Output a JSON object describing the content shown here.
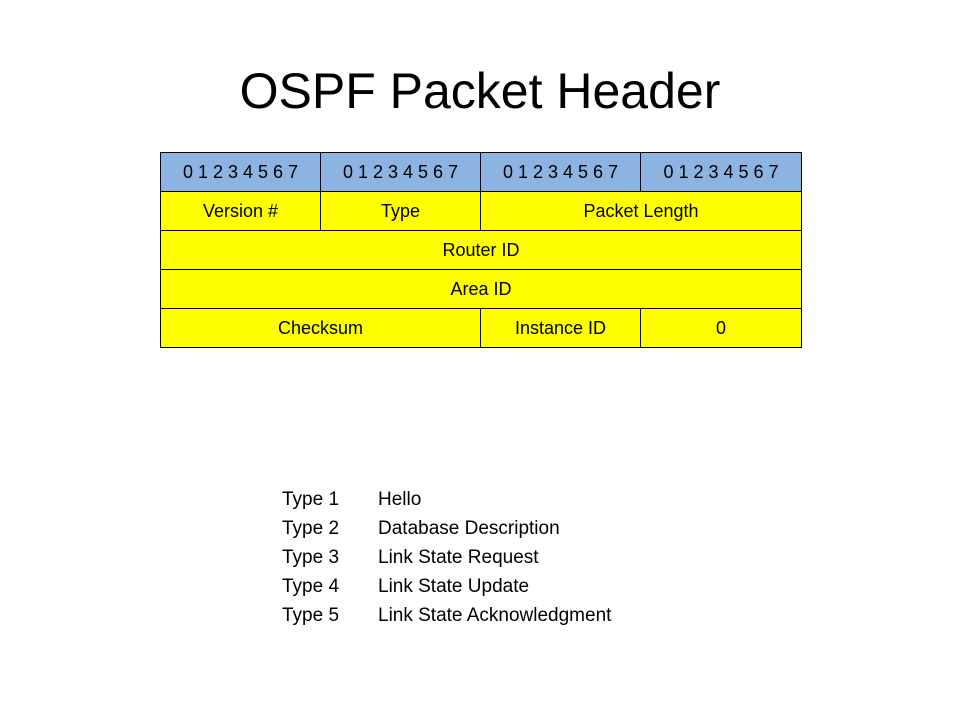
{
  "title": "OSPF Packet Header",
  "header": {
    "bit_labels": [
      "0 1 2 3 4 5 6 7",
      "0 1 2 3 4 5 6 7",
      "0 1 2 3 4 5 6 7",
      "0 1 2 3 4 5 6 7"
    ],
    "rows": [
      [
        {
          "label": "Version #",
          "span": 1
        },
        {
          "label": "Type",
          "span": 1
        },
        {
          "label": "Packet Length",
          "span": 2
        }
      ],
      [
        {
          "label": "Router ID",
          "span": 4
        }
      ],
      [
        {
          "label": "Area ID",
          "span": 4
        }
      ],
      [
        {
          "label": "Checksum",
          "span": 2
        },
        {
          "label": "Instance ID",
          "span": 1
        },
        {
          "label": "0",
          "span": 1
        }
      ]
    ]
  },
  "types": [
    {
      "num": "Type 1",
      "name": "Hello"
    },
    {
      "num": "Type 2",
      "name": "Database Description"
    },
    {
      "num": "Type 3",
      "name": "Link State Request"
    },
    {
      "num": "Type 4",
      "name": "Link State Update"
    },
    {
      "num": "Type 5",
      "name": "Link State Acknowledgment"
    }
  ],
  "colors": {
    "bit_row": "#8db3e2",
    "field_row": "#ffff00",
    "border": "#000000"
  }
}
